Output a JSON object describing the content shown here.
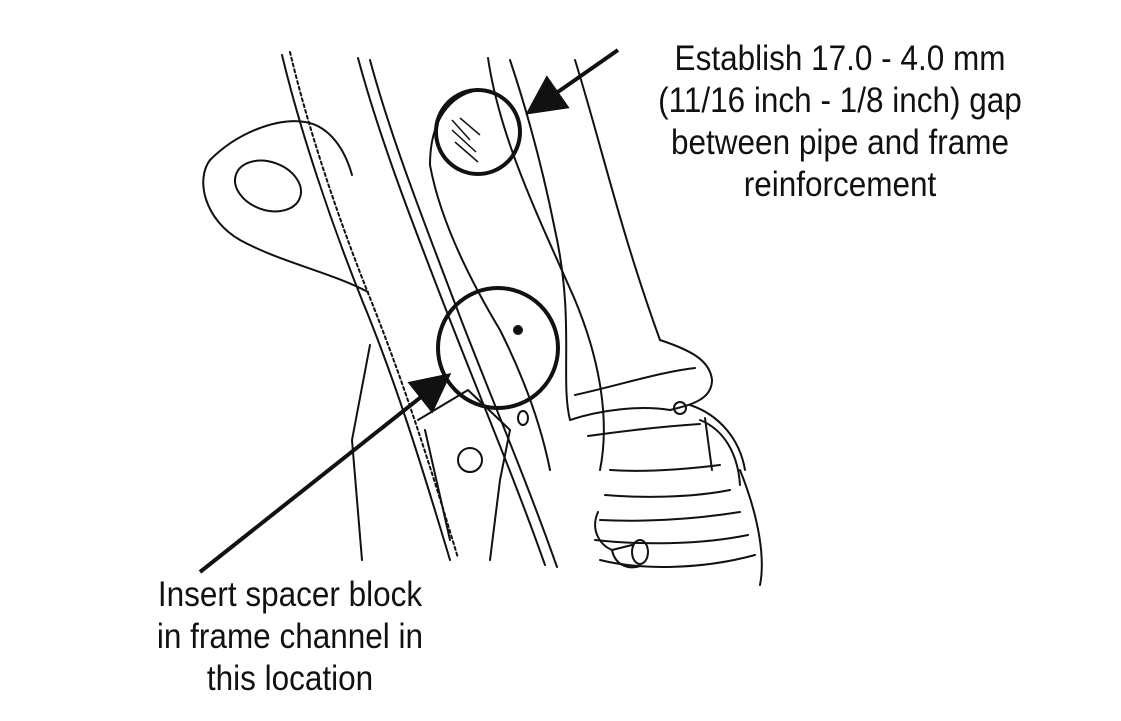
{
  "callouts": {
    "top_lines": [
      "Establish 17.0 - 4.0 mm",
      "(11/16 inch - 1/8 inch) gap",
      "between pipe and frame",
      "reinforcement"
    ],
    "bottom_lines": [
      "Insert spacer block",
      "in frame channel in",
      "this location"
    ]
  },
  "colors": {
    "ink": "#111111",
    "background": "#ffffff"
  }
}
